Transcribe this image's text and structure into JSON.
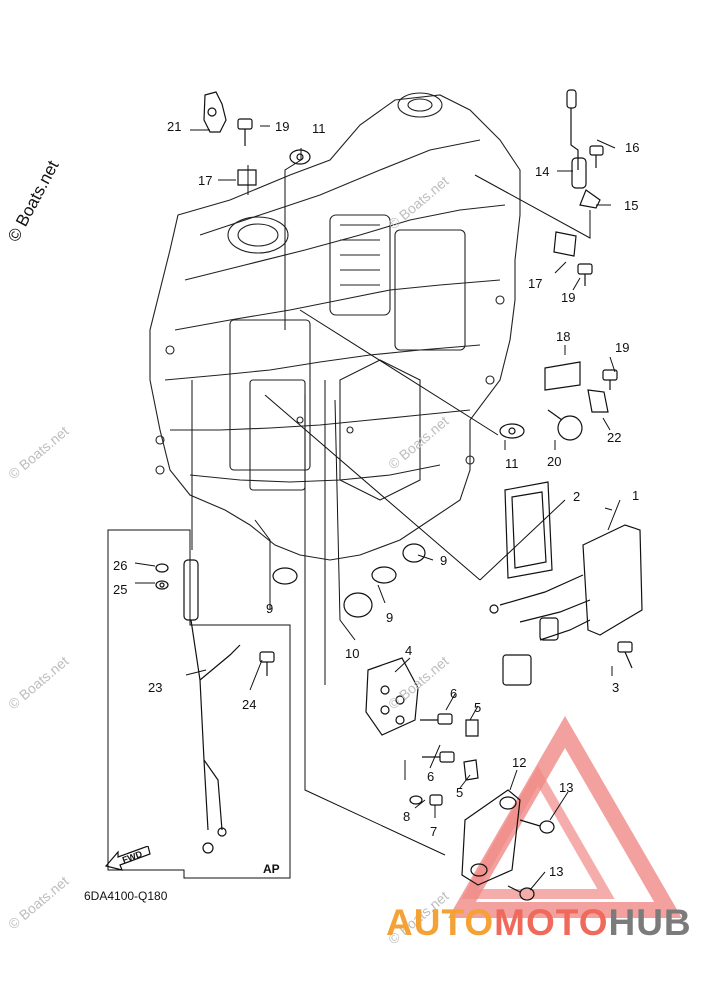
{
  "diagram": {
    "code": "6DA4100-Q180",
    "ap_label": "AP",
    "fwd_label": "FWD",
    "watermark_main": "© Boats.net",
    "watermark_faint": "© Boats.net",
    "brand": {
      "part1": "AUTO",
      "part2": "MOTO",
      "part3": "HUB"
    },
    "colors": {
      "line": "#111111",
      "brand_orange": "#f4a236",
      "brand_red": "#f06a5c",
      "brand_gray": "#7b7b7b",
      "triangle": "#f08a86"
    },
    "callouts": [
      "1",
      "2",
      "3",
      "4",
      "5",
      "5",
      "6",
      "6",
      "7",
      "8",
      "9",
      "9",
      "9",
      "10",
      "11",
      "11",
      "12",
      "13",
      "13",
      "14",
      "15",
      "16",
      "17",
      "17",
      "18",
      "19",
      "19",
      "19",
      "20",
      "21",
      "22",
      "23",
      "24",
      "25",
      "26"
    ]
  }
}
